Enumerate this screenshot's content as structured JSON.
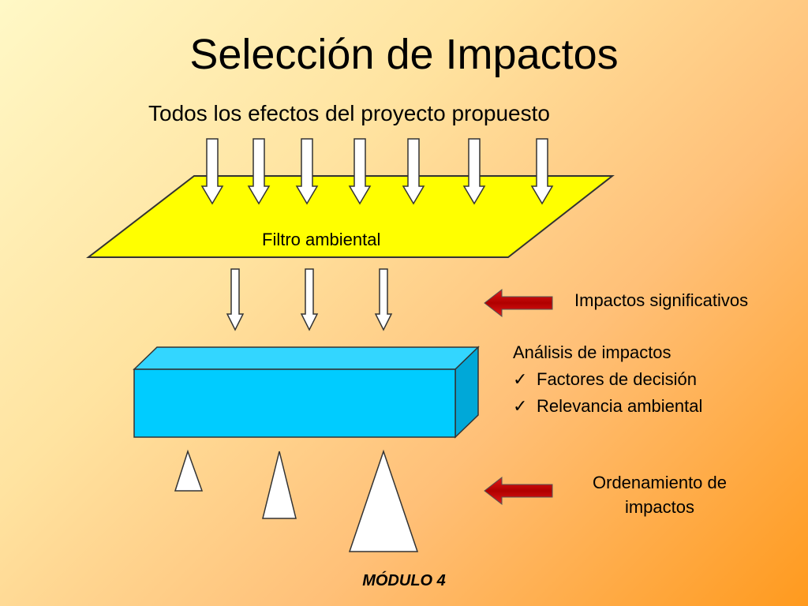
{
  "slide": {
    "title": "Selección de Impactos",
    "subtitle": "Todos los efectos del proyecto propuesto",
    "filter_label": "Filtro ambiental",
    "significant_label": "Impactos significativos",
    "analysis": {
      "heading": "Análisis de impactos",
      "items": [
        "Factores de decisión",
        "Relevancia ambiental"
      ],
      "bullet": "check-icon"
    },
    "ordering_label_line1": "Ordenamiento de",
    "ordering_label_line2": "impactos",
    "footer": "MÓDULO 4"
  },
  "colors": {
    "filter_fill": "#ffff00",
    "box_front": "#00ccff",
    "box_top": "#33d6ff",
    "box_side": "#00a8d8",
    "arrow_red": "#cc0000",
    "arrow_white": "#ffffff"
  },
  "icons": [
    "down-arrow-icon",
    "left-arrow-icon",
    "triangle-icon",
    "check-icon"
  ]
}
